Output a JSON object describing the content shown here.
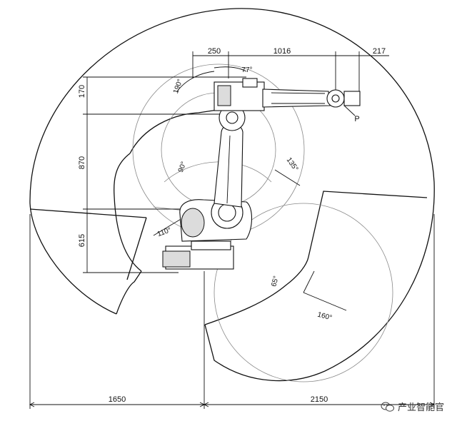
{
  "diagram": {
    "dimensions": {
      "top_1": "250",
      "top_2": "1016",
      "top_3": "217",
      "left_1": "170",
      "left_2": "870",
      "left_3": "615",
      "bottom_1": "1650",
      "bottom_2": "2150"
    },
    "angles": {
      "a77": "77°",
      "a190": "190°",
      "a90": "90°",
      "a135": "135°",
      "a110": "110°",
      "a65": "65°",
      "a160": "160°"
    },
    "point_label": "P"
  },
  "watermark": {
    "text": "产业智能官",
    "icon": "wechat-icon"
  }
}
